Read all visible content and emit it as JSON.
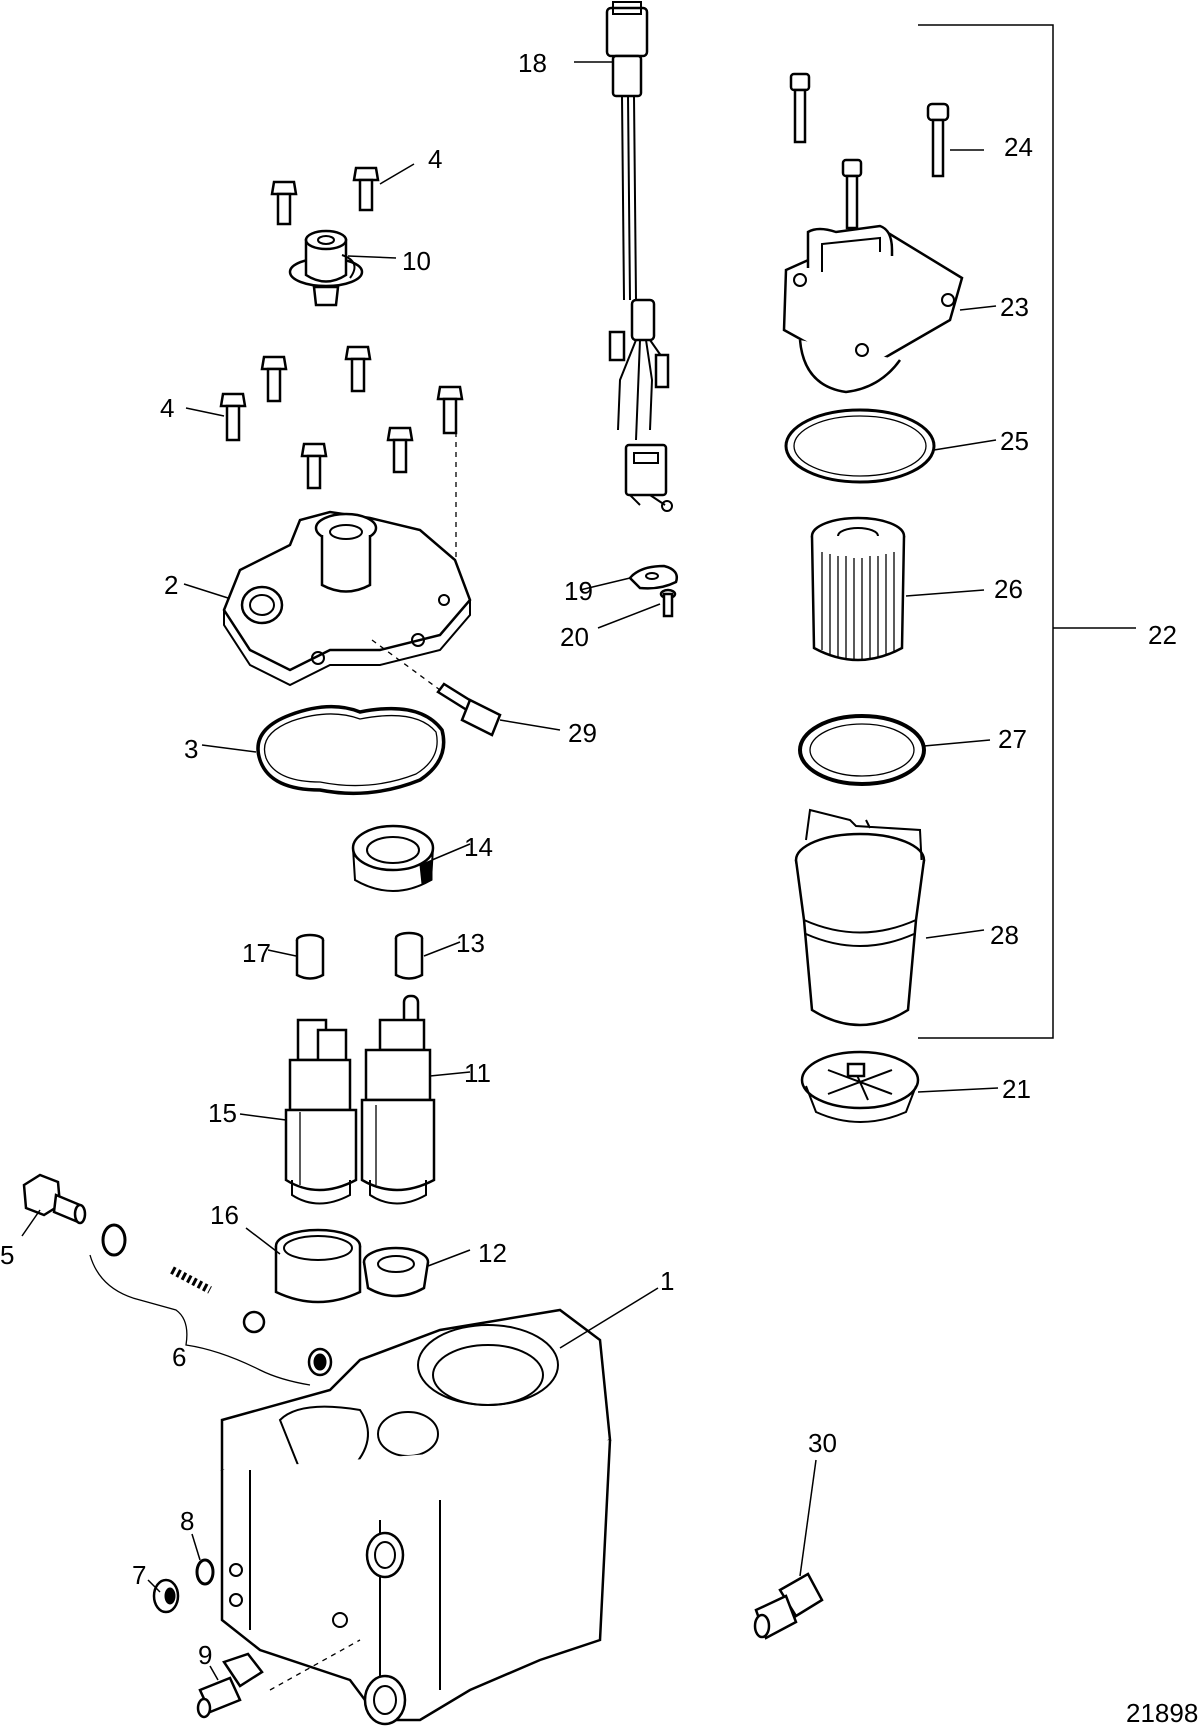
{
  "diagram_id": "21898",
  "callouts": [
    {
      "id": "c1",
      "label": "1"
    },
    {
      "id": "c2",
      "label": "2"
    },
    {
      "id": "c3",
      "label": "3"
    },
    {
      "id": "c4a",
      "label": "4"
    },
    {
      "id": "c4b",
      "label": "4"
    },
    {
      "id": "c5",
      "label": "5"
    },
    {
      "id": "c6",
      "label": "6"
    },
    {
      "id": "c7",
      "label": "7"
    },
    {
      "id": "c8",
      "label": "8"
    },
    {
      "id": "c9",
      "label": "9"
    },
    {
      "id": "c10",
      "label": "10"
    },
    {
      "id": "c11",
      "label": "11"
    },
    {
      "id": "c12",
      "label": "12"
    },
    {
      "id": "c13",
      "label": "13"
    },
    {
      "id": "c14",
      "label": "14"
    },
    {
      "id": "c15",
      "label": "15"
    },
    {
      "id": "c16",
      "label": "16"
    },
    {
      "id": "c17",
      "label": "17"
    },
    {
      "id": "c18",
      "label": "18"
    },
    {
      "id": "c19",
      "label": "19"
    },
    {
      "id": "c20",
      "label": "20"
    },
    {
      "id": "c21",
      "label": "21"
    },
    {
      "id": "c22",
      "label": "22"
    },
    {
      "id": "c23",
      "label": "23"
    },
    {
      "id": "c24",
      "label": "24"
    },
    {
      "id": "c25",
      "label": "25"
    },
    {
      "id": "c26",
      "label": "26"
    },
    {
      "id": "c27",
      "label": "27"
    },
    {
      "id": "c28",
      "label": "28"
    },
    {
      "id": "c29",
      "label": "29"
    },
    {
      "id": "c30",
      "label": "30"
    }
  ]
}
